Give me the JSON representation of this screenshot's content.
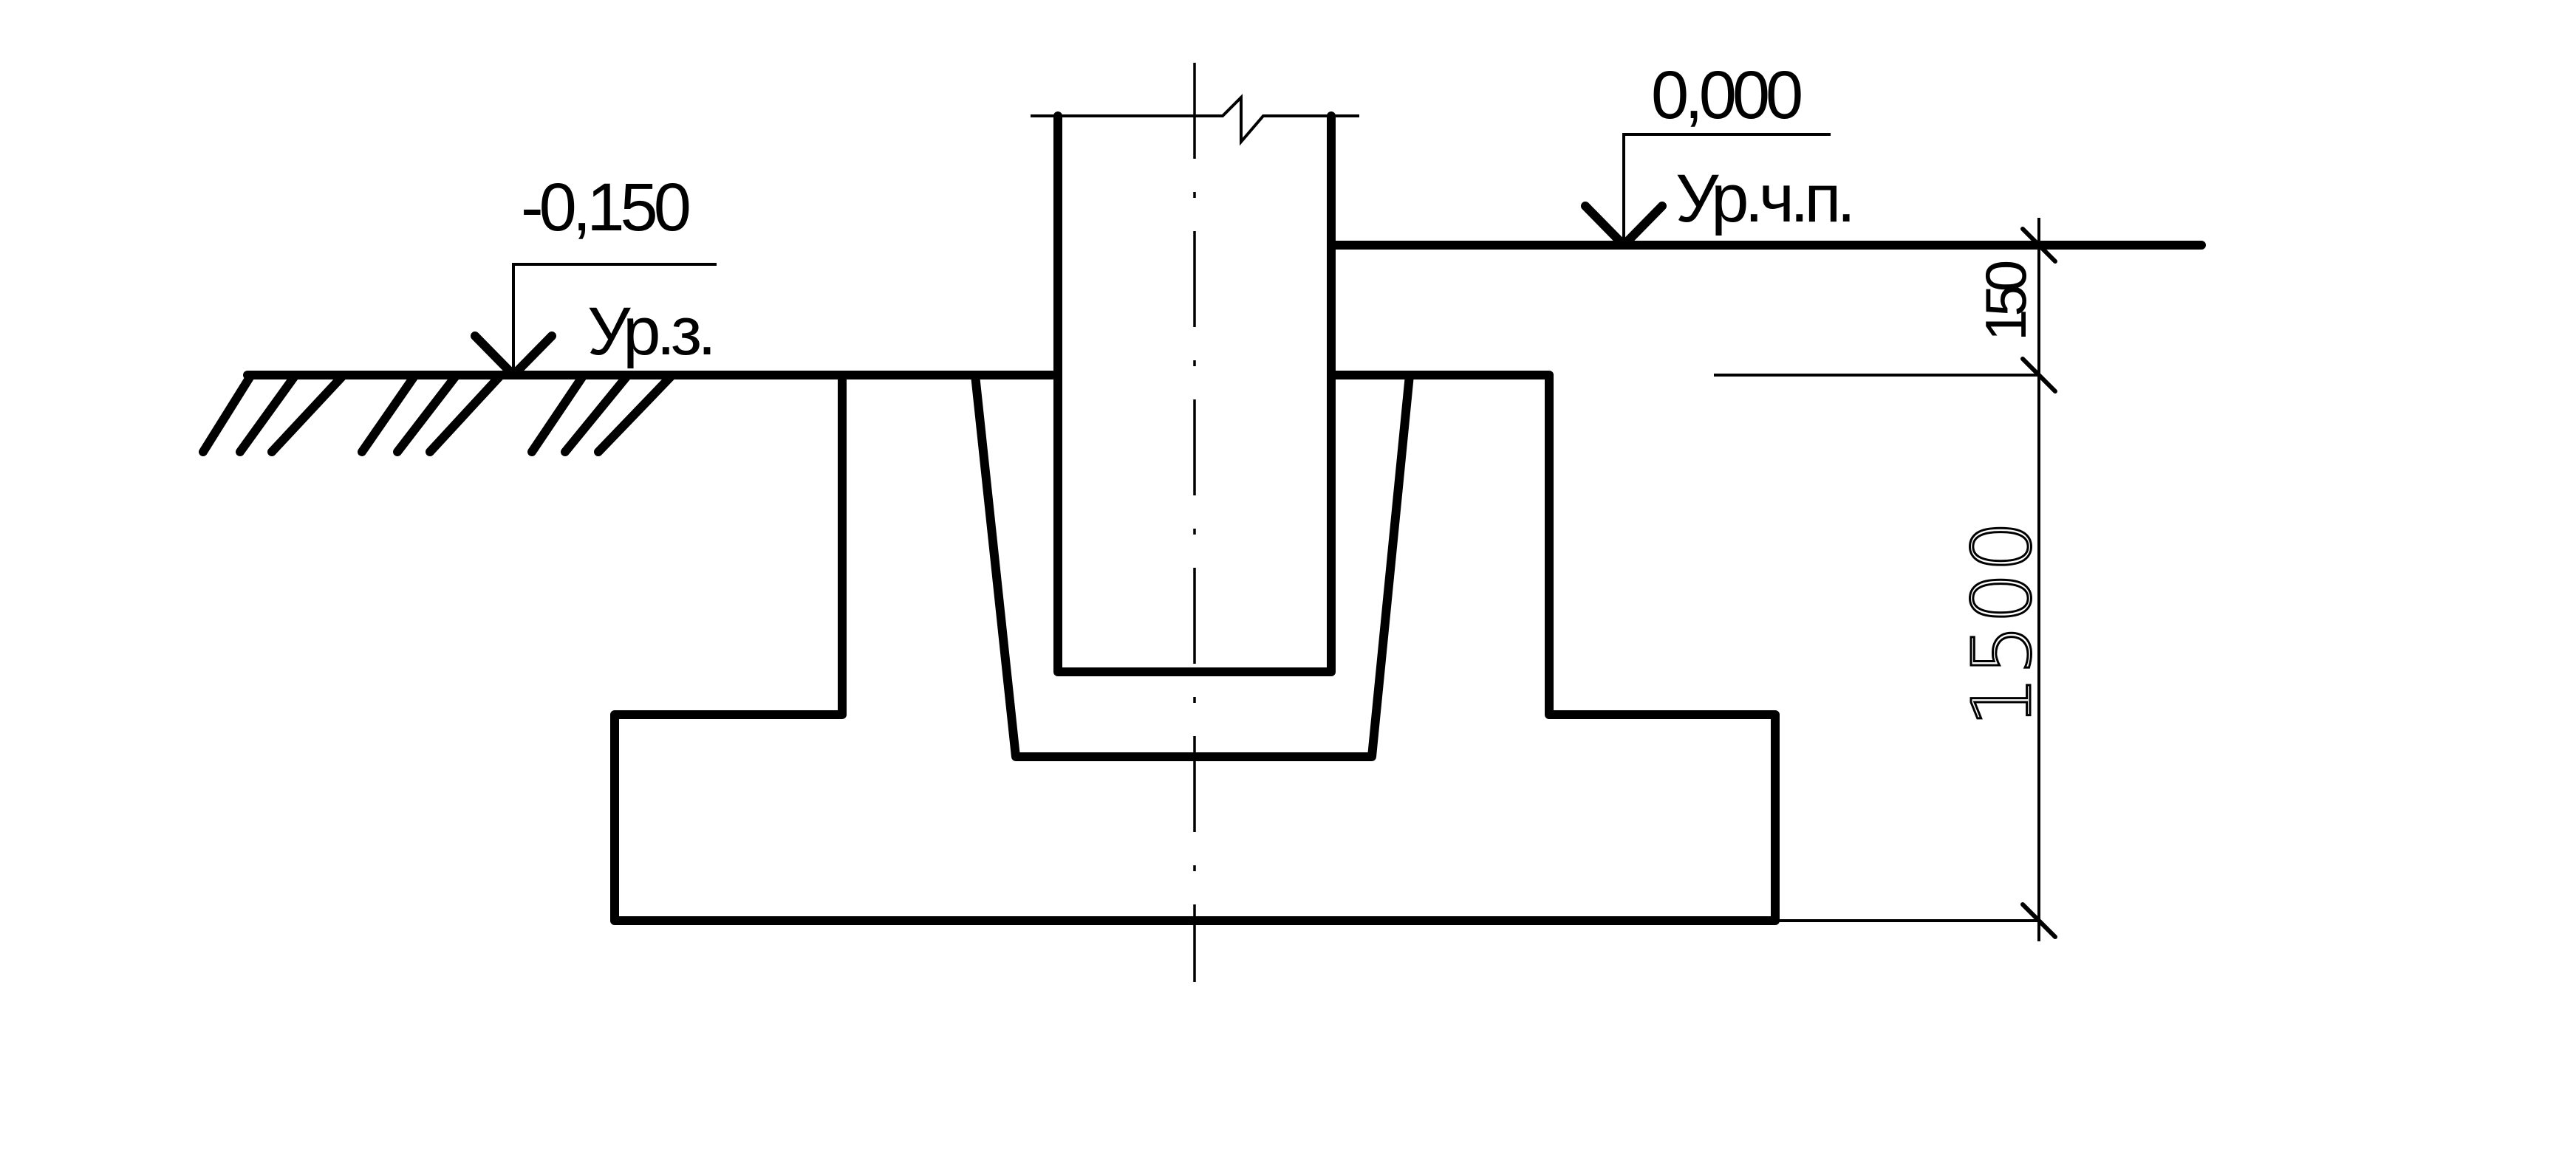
{
  "levels": {
    "ground": {
      "value": "-0,150",
      "name": "Ур.з."
    },
    "floor": {
      "value": "0,000",
      "name": "Ур.ч.п."
    }
  },
  "dimensions": {
    "upper": "150",
    "lower": "1500"
  }
}
